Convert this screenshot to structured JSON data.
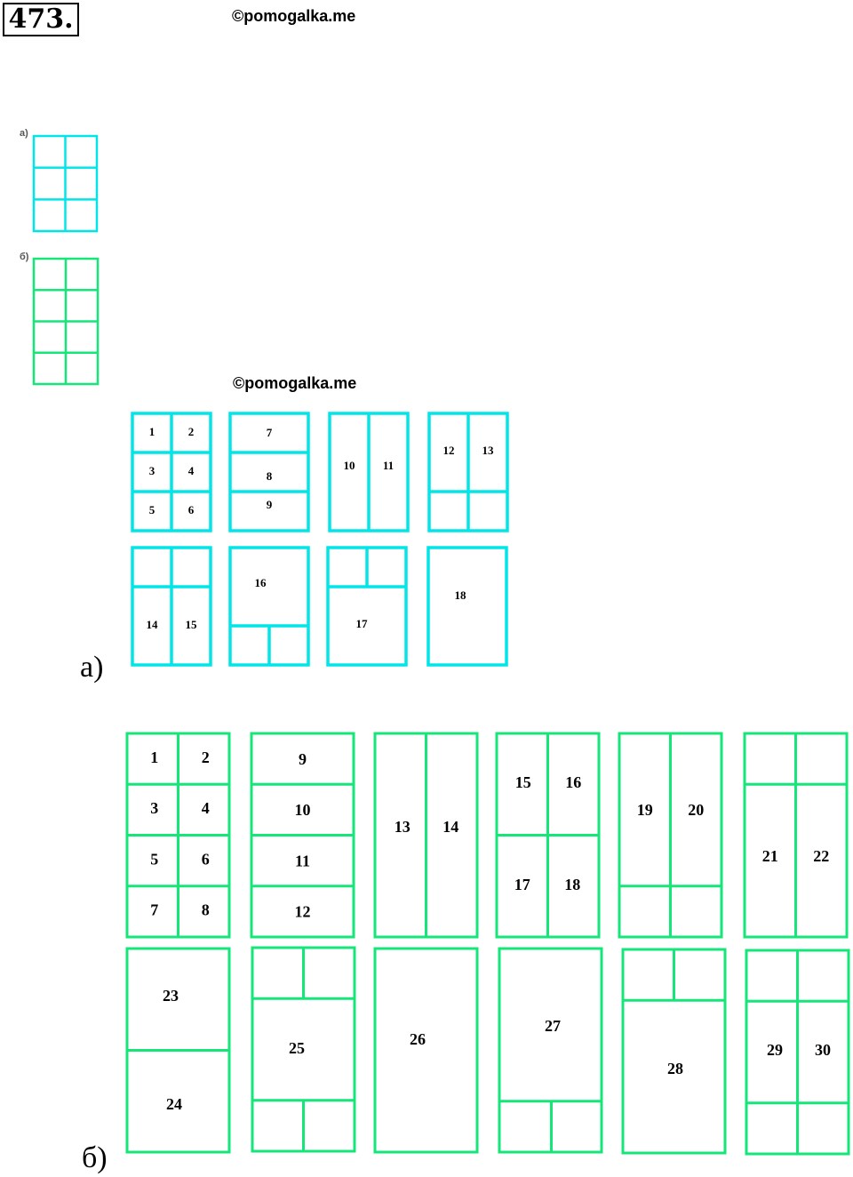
{
  "problem_number": "473.",
  "watermark_top": "©pomogalka.me",
  "watermark_middle": "©pomogalka.me",
  "small_label_a": "а)",
  "small_label_b": "б)",
  "label_a": "а)",
  "label_b": "б)",
  "colors": {
    "cyan": "#00e5e8",
    "green": "#14e678"
  },
  "set_a": {
    "color": "cyan",
    "rects": [
      {
        "name": "a-rect-1",
        "cells": [
          "1",
          "2",
          "3",
          "4",
          "5",
          "6"
        ]
      },
      {
        "name": "a-rect-2",
        "cells": [
          "7",
          "8",
          "9"
        ]
      },
      {
        "name": "a-rect-3",
        "cells": [
          "10",
          "11"
        ]
      },
      {
        "name": "a-rect-4",
        "cells": [
          "12",
          "13"
        ]
      },
      {
        "name": "a-rect-5",
        "cells": [
          "14",
          "15"
        ]
      },
      {
        "name": "a-rect-6",
        "cells": [
          "16"
        ]
      },
      {
        "name": "a-rect-7",
        "cells": [
          "17"
        ]
      },
      {
        "name": "a-rect-8",
        "cells": [
          "18"
        ]
      }
    ]
  },
  "set_b": {
    "color": "green",
    "rects": [
      {
        "name": "b-rect-1",
        "cells": [
          "1",
          "2",
          "3",
          "4",
          "5",
          "6",
          "7",
          "8"
        ]
      },
      {
        "name": "b-rect-2",
        "cells": [
          "9",
          "10",
          "11",
          "12"
        ]
      },
      {
        "name": "b-rect-3",
        "cells": [
          "13",
          "14"
        ]
      },
      {
        "name": "b-rect-4",
        "cells": [
          "15",
          "16",
          "17",
          "18"
        ]
      },
      {
        "name": "b-rect-5",
        "cells": [
          "19",
          "20"
        ]
      },
      {
        "name": "b-rect-6",
        "cells": [
          "21",
          "22"
        ]
      },
      {
        "name": "b-rect-7",
        "cells": [
          "23",
          "24"
        ]
      },
      {
        "name": "b-rect-8",
        "cells": [
          "25"
        ]
      },
      {
        "name": "b-rect-9",
        "cells": [
          "26"
        ]
      },
      {
        "name": "b-rect-10",
        "cells": [
          "27"
        ]
      },
      {
        "name": "b-rect-11",
        "cells": [
          "28"
        ]
      },
      {
        "name": "b-rect-12",
        "cells": [
          "29",
          "30"
        ]
      }
    ]
  }
}
